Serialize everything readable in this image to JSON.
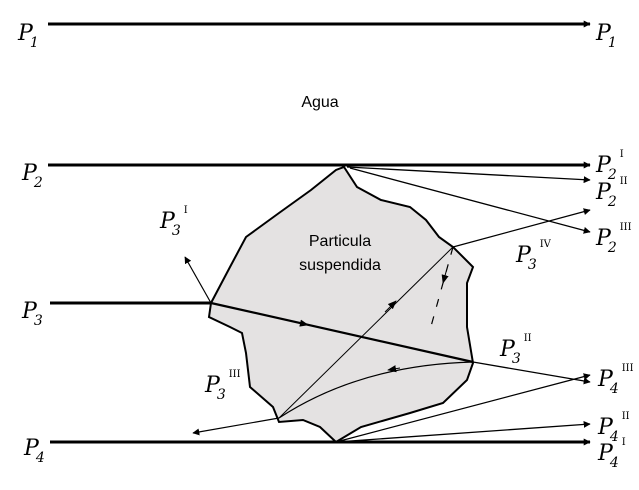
{
  "title": "Agua",
  "particle_label": [
    "Particula",
    "suspendida"
  ],
  "colors": {
    "particle_fill": "#e4e2e2",
    "line": "#000000"
  },
  "labels": {
    "p1_in": {
      "base": "P",
      "sub": "1",
      "sup": ""
    },
    "p1_out": {
      "base": "P",
      "sub": "1",
      "sup": ""
    },
    "p2_in": {
      "base": "P",
      "sub": "2",
      "sup": ""
    },
    "p2_i": {
      "base": "P",
      "sub": "2",
      "sup": "I"
    },
    "p2_ii": {
      "base": "P",
      "sub": "2",
      "sup": "II"
    },
    "p2_iii": {
      "base": "P",
      "sub": "2",
      "sup": "III"
    },
    "p3_in": {
      "base": "P",
      "sub": "3",
      "sup": ""
    },
    "p3_i": {
      "base": "P",
      "sub": "3",
      "sup": "I"
    },
    "p3_ii": {
      "base": "P",
      "sub": "3",
      "sup": "II"
    },
    "p3_iii": {
      "base": "P",
      "sub": "3",
      "sup": "III"
    },
    "p3_iv": {
      "base": "P",
      "sub": "3",
      "sup": "IV"
    },
    "p4_in": {
      "base": "P",
      "sub": "4",
      "sup": ""
    },
    "p4_i": {
      "base": "P",
      "sub": "4",
      "sup": "I"
    },
    "p4_ii": {
      "base": "P",
      "sub": "4",
      "sup": "II"
    },
    "p4_iii": {
      "base": "P",
      "sub": "4",
      "sup": "III"
    }
  }
}
